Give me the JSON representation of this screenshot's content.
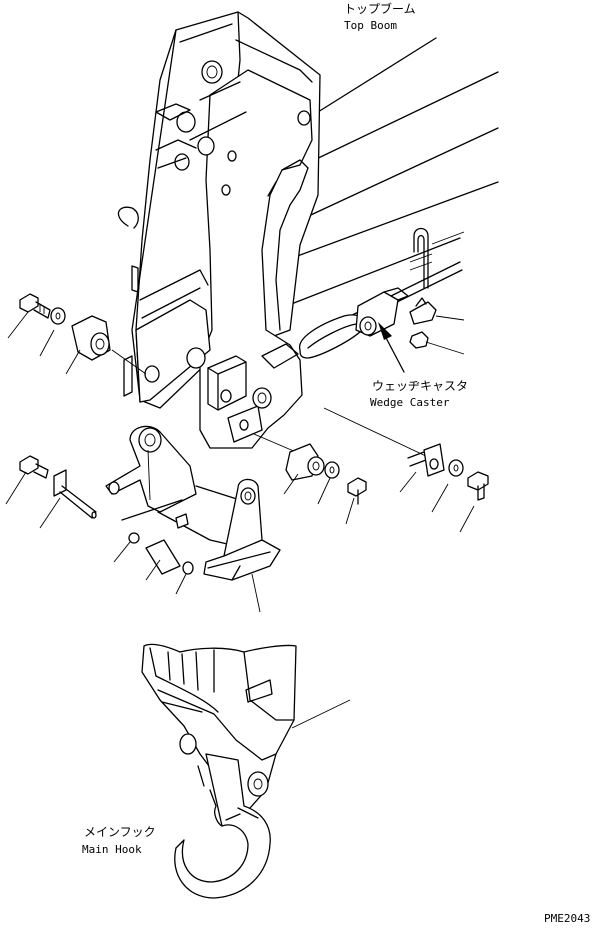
{
  "labels": {
    "top_boom_jp": "トップブーム",
    "top_boom_en": "Top Boom",
    "wedge_caster_jp": "ウェッヂキャスタ",
    "wedge_caster_en": "Wedge Caster",
    "main_hook_jp": "メインフック",
    "main_hook_en": "Main Hook",
    "drawing_code": "PME2043"
  },
  "icons": [
    "top-boom-icon",
    "wedge-caster-icon",
    "bracket-icon",
    "main-hook-icon",
    "bolt-icon",
    "washer-icon",
    "pin-icon"
  ]
}
